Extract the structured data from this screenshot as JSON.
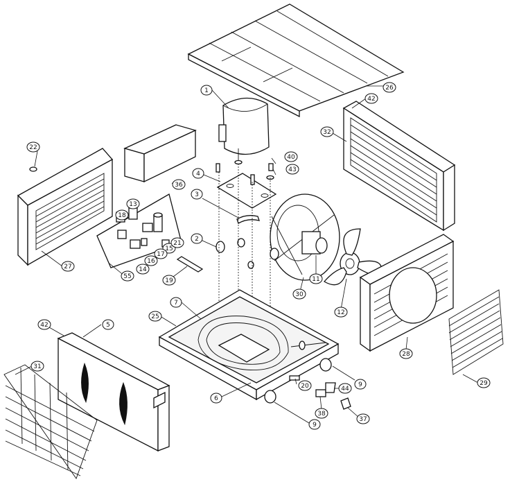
{
  "callouts": [
    {
      "num": "1",
      "part": "compressor"
    },
    {
      "num": "2",
      "part": "service-valve"
    },
    {
      "num": "3",
      "part": "mounting-bracket"
    },
    {
      "num": "4",
      "part": "compressor-mount-plate"
    },
    {
      "num": "5",
      "part": "condenser-coil"
    },
    {
      "num": "6",
      "part": "base-pan-front"
    },
    {
      "num": "7",
      "part": "copper-tubing"
    },
    {
      "num": "9",
      "part": "drain-fitting"
    },
    {
      "num": "9",
      "part": "drain-fitting-lower"
    },
    {
      "num": "11",
      "part": "fan-motor"
    },
    {
      "num": "12",
      "part": "fan-blade"
    },
    {
      "num": "13",
      "part": "relay"
    },
    {
      "num": "14",
      "part": "terminal-block"
    },
    {
      "num": "15",
      "part": "capacitor"
    },
    {
      "num": "16",
      "part": "switch"
    },
    {
      "num": "17",
      "part": "control-component"
    },
    {
      "num": "18",
      "part": "contactor"
    },
    {
      "num": "19",
      "part": "shaft-pin"
    },
    {
      "num": "20",
      "part": "drain-plug"
    },
    {
      "num": "21",
      "part": "control-component-b"
    },
    {
      "num": "22",
      "part": "knob"
    },
    {
      "num": "25",
      "part": "base-pan"
    },
    {
      "num": "26",
      "part": "top-cover"
    },
    {
      "num": "27",
      "part": "front-grille-left"
    },
    {
      "num": "28",
      "part": "fan-shroud-panel"
    },
    {
      "num": "29",
      "part": "rear-guard-right"
    },
    {
      "num": "30",
      "part": "fan-shroud"
    },
    {
      "num": "31",
      "part": "coil-guard-left"
    },
    {
      "num": "32",
      "part": "side-grille"
    },
    {
      "num": "36",
      "part": "control-box-cover"
    },
    {
      "num": "37",
      "part": "clip"
    },
    {
      "num": "38",
      "part": "bracket-small"
    },
    {
      "num": "40",
      "part": "screw"
    },
    {
      "num": "42",
      "part": "side-grille-top-edge"
    },
    {
      "num": "42",
      "part": "condenser-edge"
    },
    {
      "num": "43",
      "part": "washer"
    },
    {
      "num": "44",
      "part": "tube-clip"
    },
    {
      "num": "55",
      "part": "control-panel"
    }
  ]
}
